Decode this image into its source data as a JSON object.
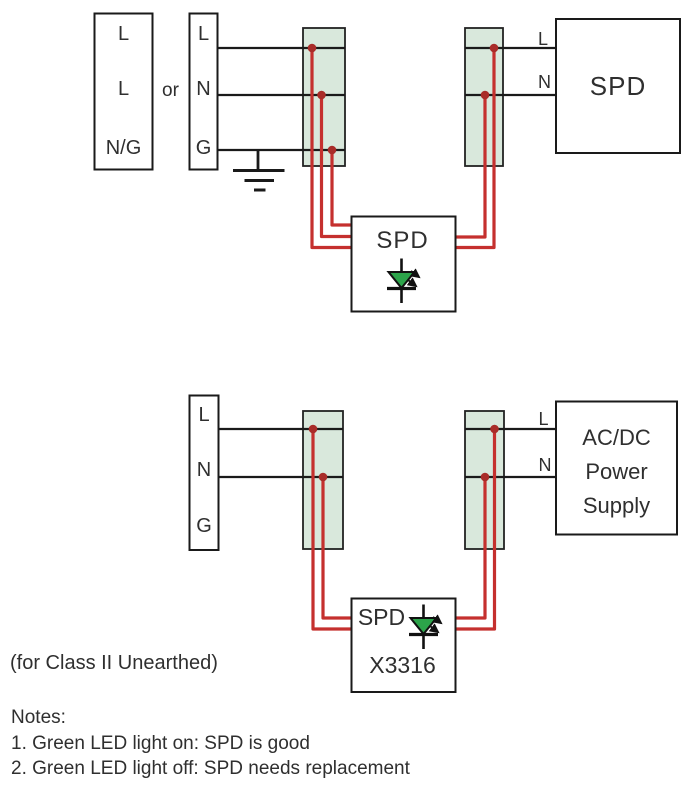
{
  "colors": {
    "wire_red": "#c5302e",
    "junction_dot": "#a92c29",
    "terminal_strip_fill": "#d9e8dc",
    "line_black": "#1a1a1a",
    "led_green": "#2ca44a",
    "text": "#2f2f2f"
  },
  "top_diagram": {
    "source_option_a": {
      "rows": [
        "L",
        "L",
        "N/G"
      ]
    },
    "or_label": "or",
    "source_option_b": {
      "rows": [
        "L",
        "N",
        "G"
      ]
    },
    "spd_unit_label": "SPD",
    "load_box_label": "SPD",
    "load_terminals": {
      "l": "L",
      "n": "N"
    }
  },
  "bottom_diagram": {
    "source": {
      "rows": [
        "L",
        "N",
        "G"
      ]
    },
    "spd_unit_label": "SPD",
    "spd_model": "X3316",
    "load_box_lines": [
      "AC/DC",
      "Power",
      "Supply"
    ],
    "load_terminals": {
      "l": "L",
      "n": "N"
    },
    "caption": "(for Class II Unearthed)"
  },
  "notes": {
    "heading": "Notes:",
    "items": [
      "1. Green LED light on: SPD is good",
      "2. Green LED light off: SPD needs replacement"
    ]
  }
}
